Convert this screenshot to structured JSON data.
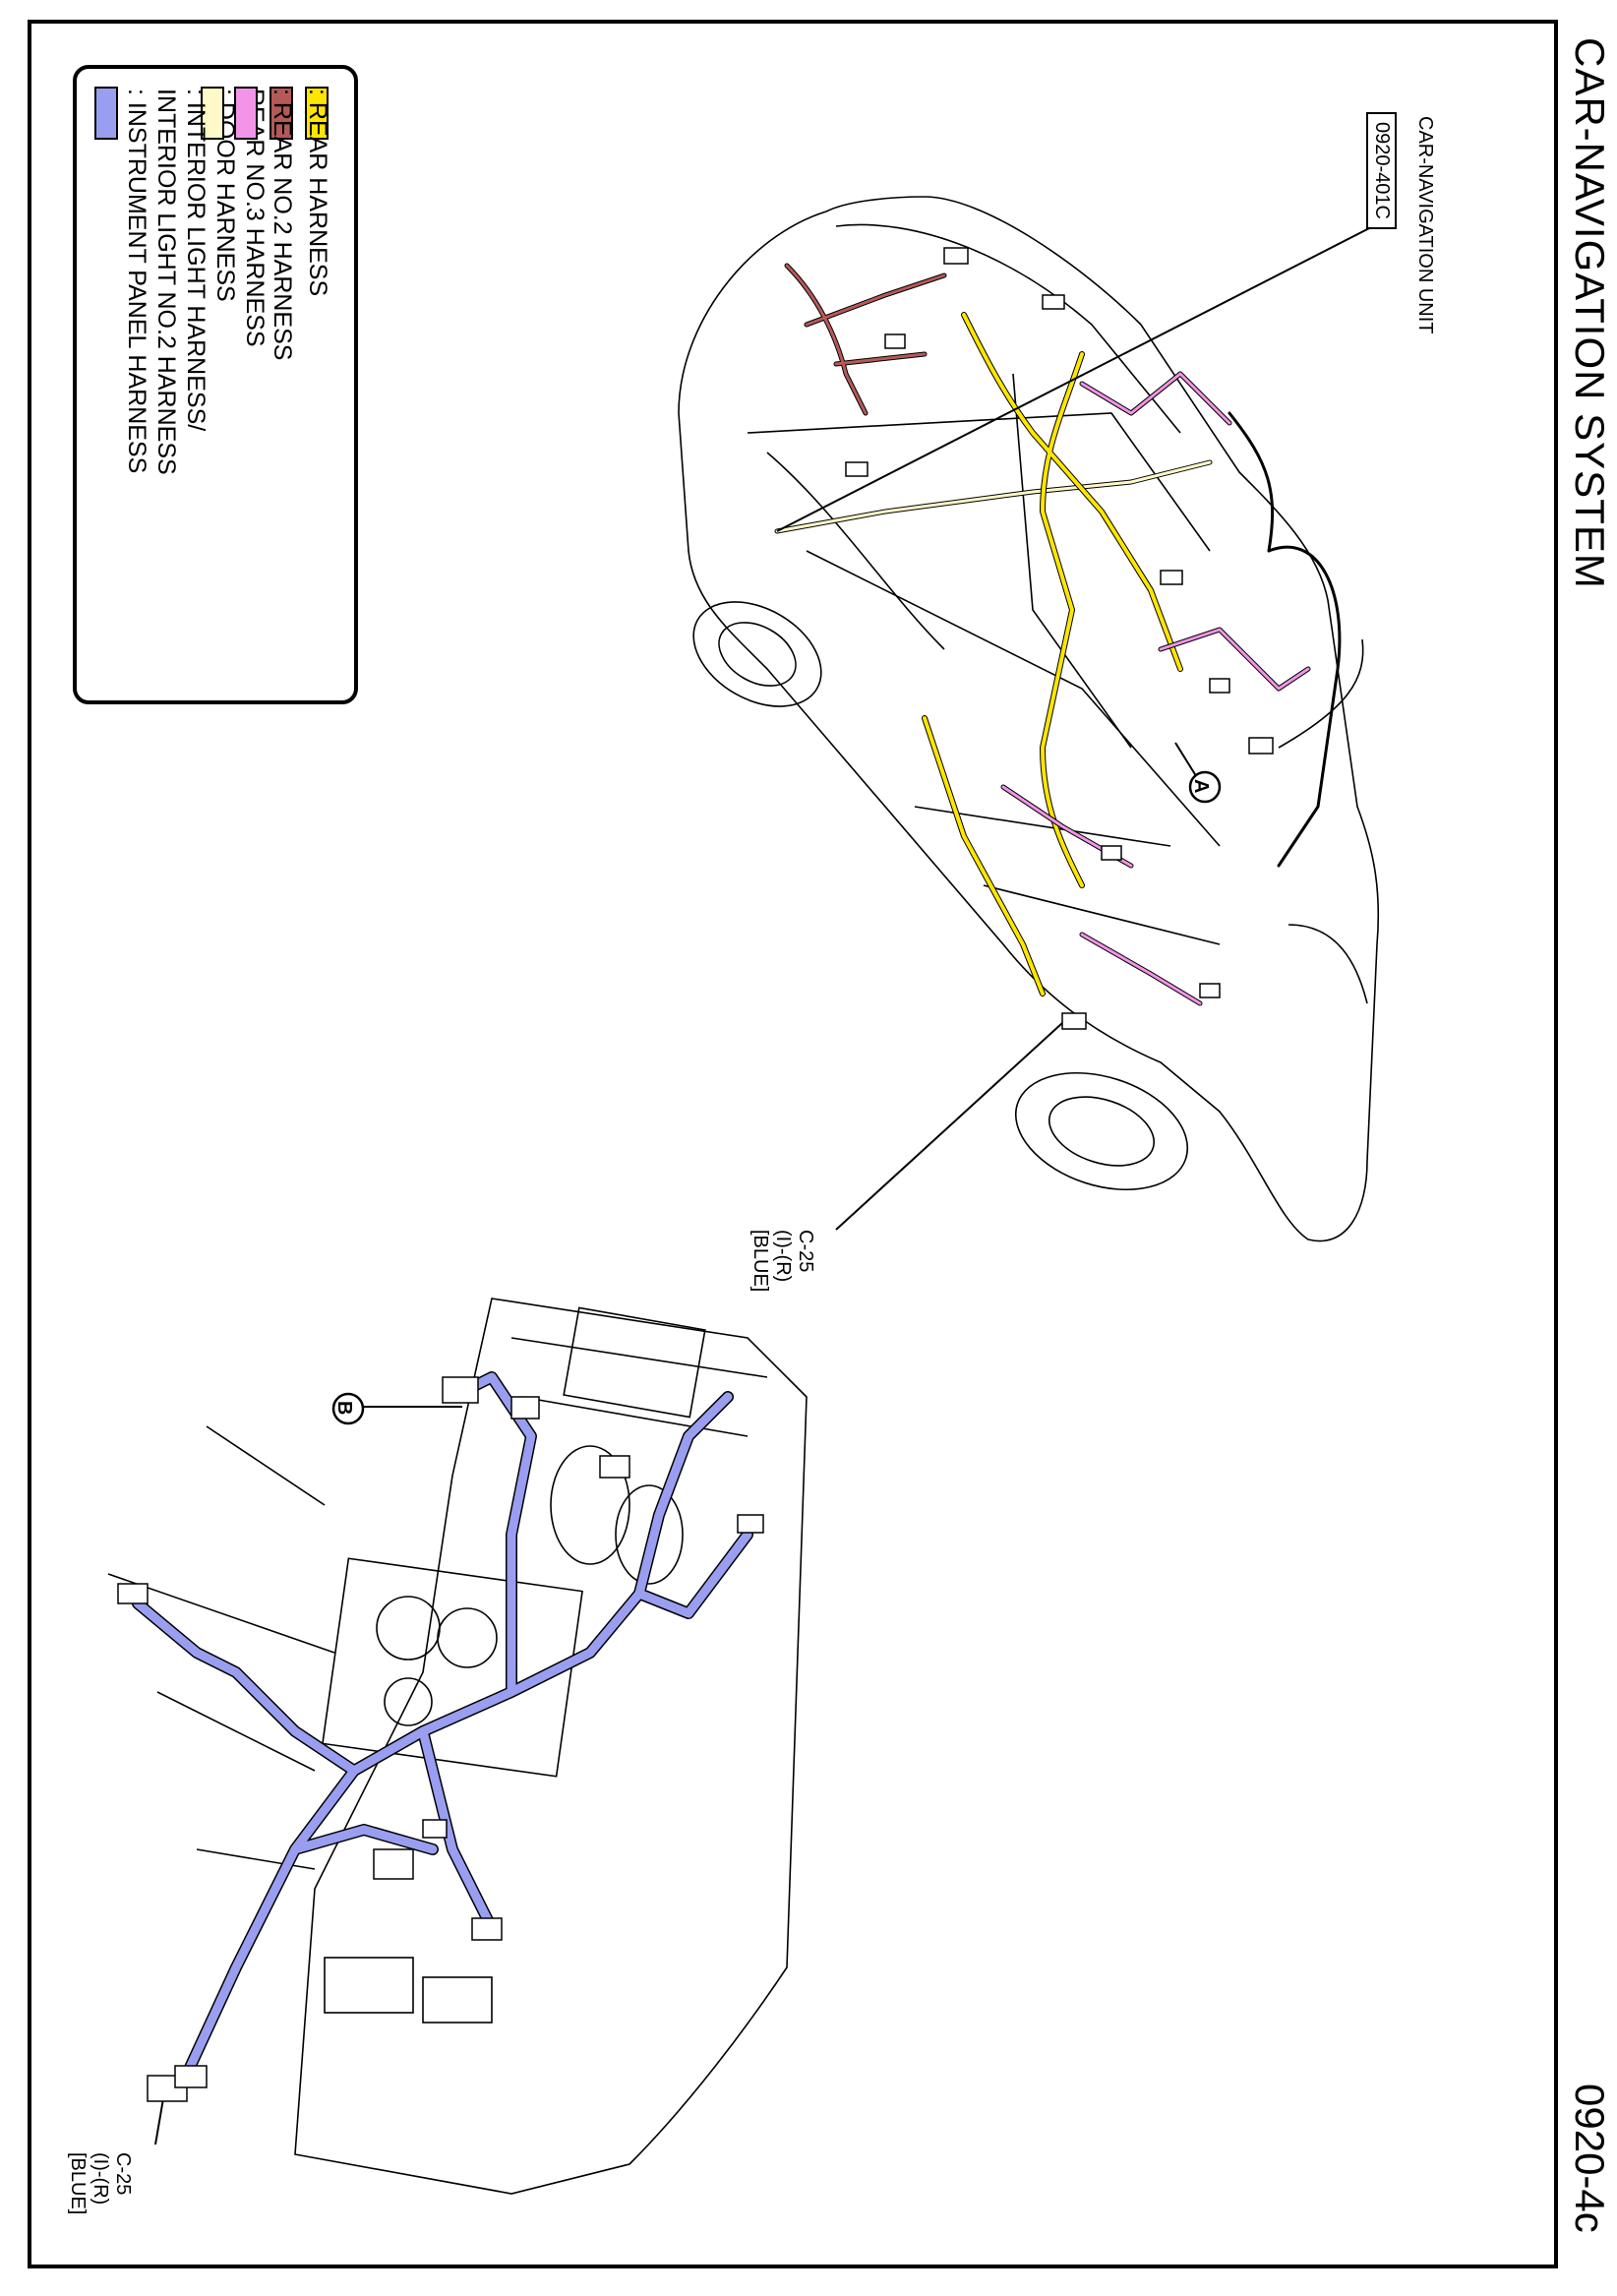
{
  "title": "CAR-NAVIGATION SYSTEM",
  "page_number": "0920-4c",
  "unit": {
    "label": "CAR-NAVIGATION UNIT",
    "code": "0920-401C"
  },
  "connectors": {
    "upper": {
      "id": "C-25",
      "pins": "(I)-(R)",
      "color": "[BLUE]"
    },
    "lower": {
      "id": "C-25",
      "pins": "(I)-(R)",
      "color": "[BLUE]"
    }
  },
  "callouts": {
    "a": "A",
    "b": "B"
  },
  "legend": [
    {
      "color": "#ffe600",
      "lines": [
        ": REAR HARNESS"
      ]
    },
    {
      "color": "#b35a58",
      "lines": [
        ": REAR NO.2 HARNESS",
        "  REAR NO.3 HARNESS"
      ]
    },
    {
      "color": "#f294e8",
      "lines": [
        ": DOOR HARNESS"
      ]
    },
    {
      "color": "#fff8c8",
      "lines": [
        ": INTERIOR LIGHT HARNESS/",
        "  INTERIOR LIGHT NO.2 HARNESS"
      ]
    },
    {
      "color": "#9a9ef0",
      "lines": [
        ": INSTRUMENT PANEL HARNESS"
      ]
    }
  ],
  "colors": {
    "rear": "#ffe600",
    "rear2": "#b35a58",
    "door": "#f294e8",
    "interior": "#fff8c8",
    "instrument": "#9a9ef0"
  }
}
